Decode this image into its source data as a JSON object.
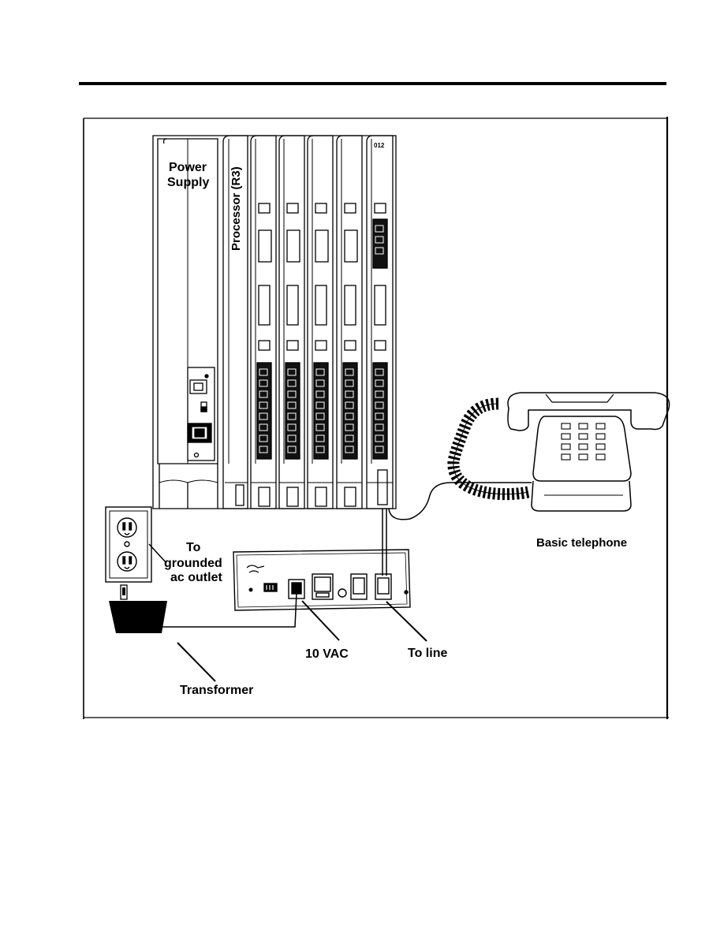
{
  "labels": {
    "power_supply_line1": "Power",
    "power_supply_line2": "Supply",
    "processor": "Processor (R3)",
    "module_code": "012",
    "outlet_line1": "To",
    "outlet_line2": "grounded",
    "outlet_line3": "ac outlet",
    "telephone": "Basic telephone",
    "vac": "10 VAC",
    "to_line": "To line",
    "transformer": "Transformer"
  }
}
